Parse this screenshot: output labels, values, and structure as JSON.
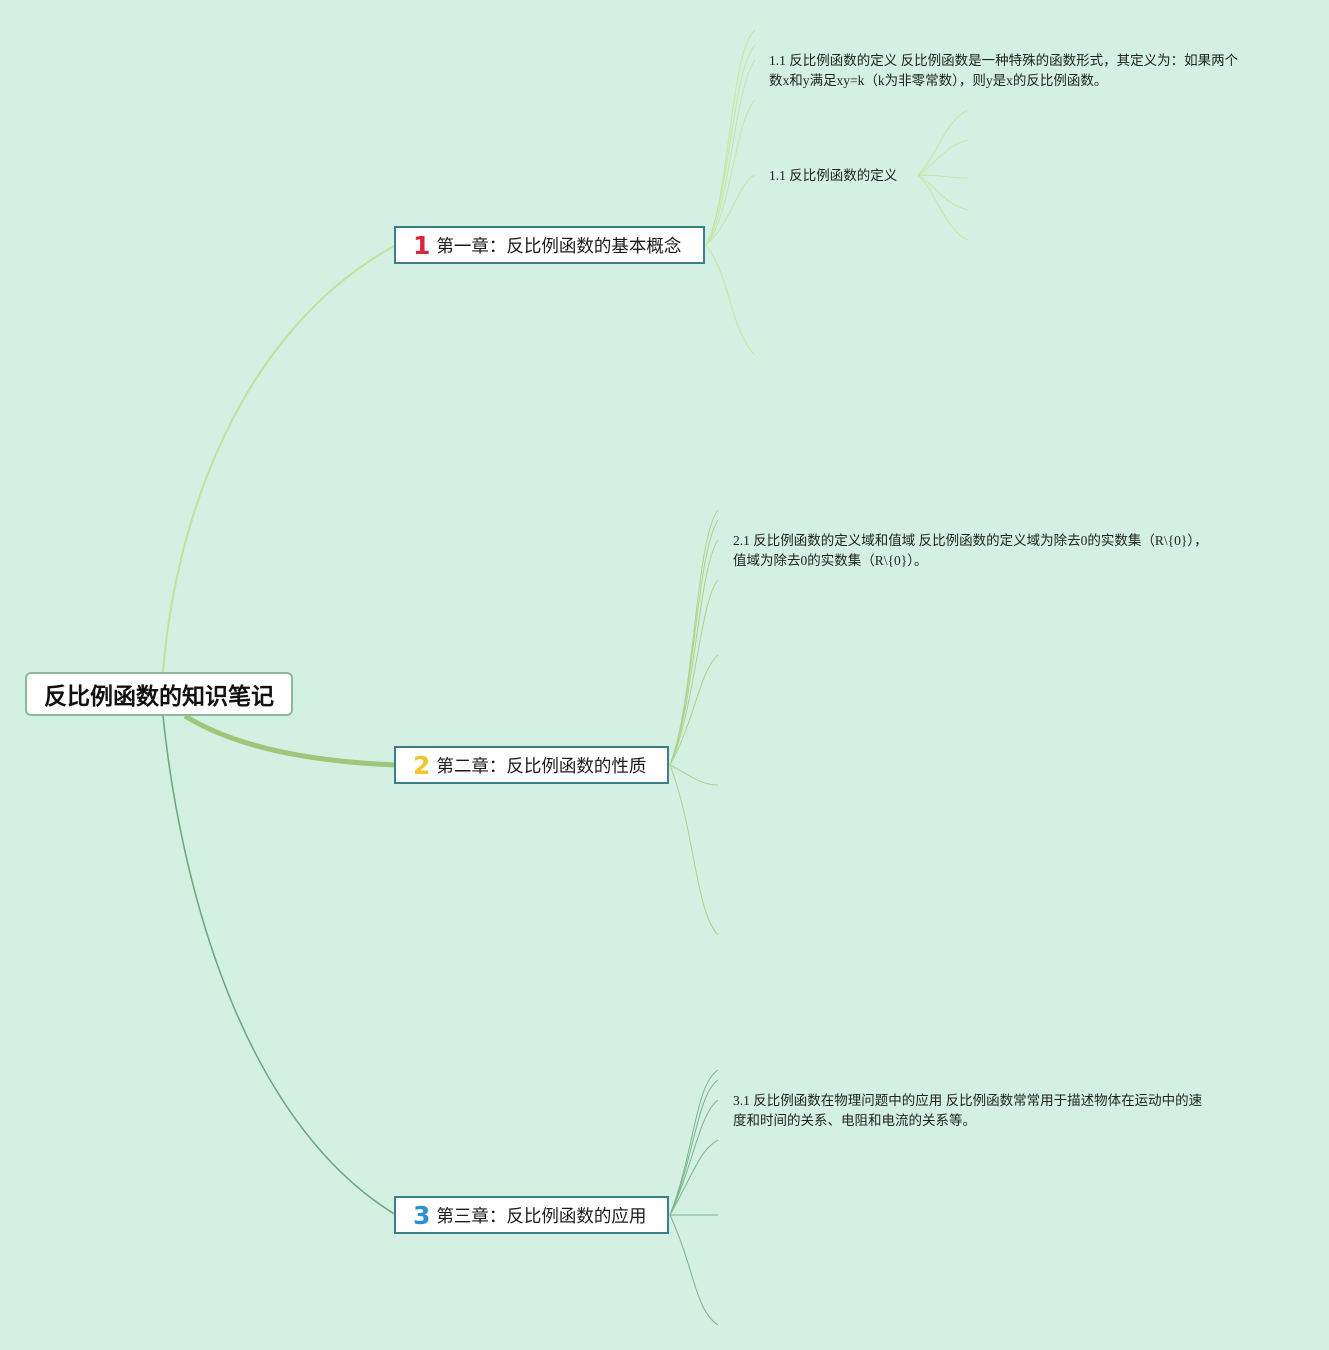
{
  "root": {
    "title": "反比例函数的知识笔记"
  },
  "chapters": [
    {
      "number": "1",
      "number_color": "#d9263b",
      "label": "第一章：反比例函数的基本概念"
    },
    {
      "number": "2",
      "number_color": "#f2c530",
      "label": "第二章：反比例函数的性质"
    },
    {
      "number": "3",
      "number_color": "#2d8fd5",
      "label": "第三章：反比例函数的应用"
    }
  ],
  "leaves": {
    "c1_item1_line1": "1.1 反比例函数的定义 反比例函数是一种特殊的函数形式，其定义为：如果两个",
    "c1_item1_line2": "数x和y满足xy=k（k为非零常数），则y是x的反比例函数。",
    "c1_item2": "1.1 反比例函数的定义",
    "c2_item1_line1": "2.1 反比例函数的定义域和值域 反比例函数的定义域为除去0的实数集（R\\{0}），",
    "c2_item1_line2": "值域为除去0的实数集（R\\{0}）。",
    "c3_item1_line1": "3.1 反比例函数在物理问题中的应用 反比例函数常常用于描述物体在运动中的速",
    "c3_item1_line2": "度和时间的关系、电阻和电流的关系等。"
  },
  "colors": {
    "background": "#d3f0e2",
    "branch1": "#bfe39a",
    "branch2": "#9ec77a",
    "branch3": "#6aa57f",
    "node_border": "#3d7f88"
  }
}
